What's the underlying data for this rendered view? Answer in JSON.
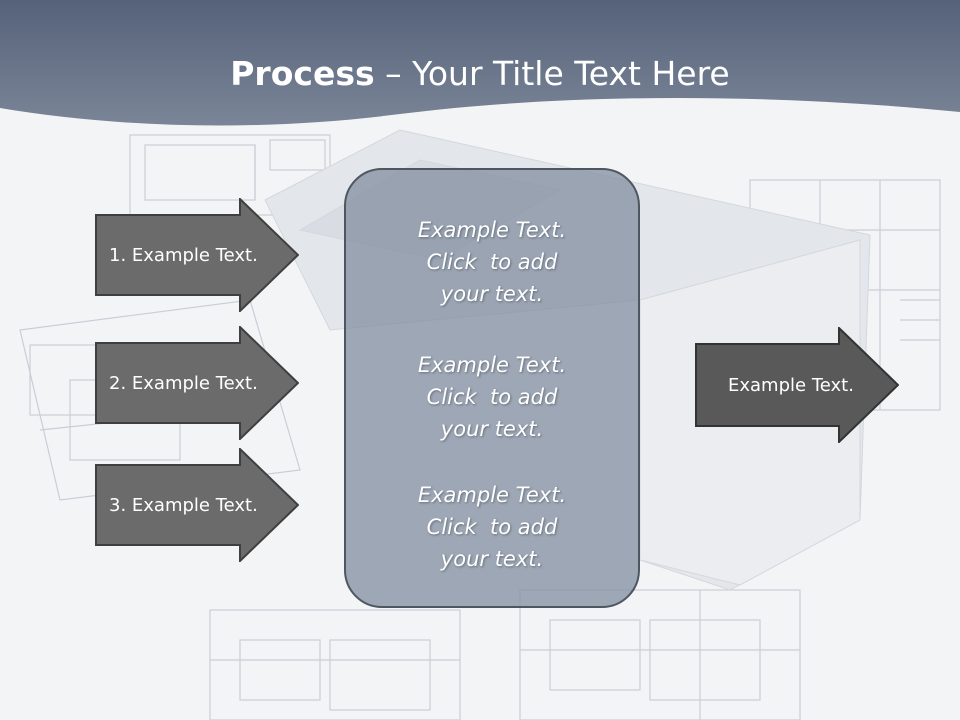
{
  "slide": {
    "title_bold": "Process",
    "title_rest": " – Your Title Text Here"
  },
  "left_arrows": [
    {
      "label": "1. Example Text."
    },
    {
      "label": "2. Example Text."
    },
    {
      "label": "3. Example Text."
    }
  ],
  "center_box": {
    "blocks": [
      {
        "lines": [
          "Example Text.",
          "Click  to add",
          "your text."
        ]
      },
      {
        "lines": [
          "Example Text.",
          "Click  to add",
          "your text."
        ]
      },
      {
        "lines": [
          "Example Text.",
          "Click  to add",
          "your text."
        ]
      }
    ]
  },
  "right_arrow": {
    "label": "Example Text."
  },
  "colors": {
    "header": "#5f6a7d",
    "arrow_fill": "#6b6b6b",
    "arrow_fill_dark": "#595959",
    "center_box": "#8591a3"
  }
}
